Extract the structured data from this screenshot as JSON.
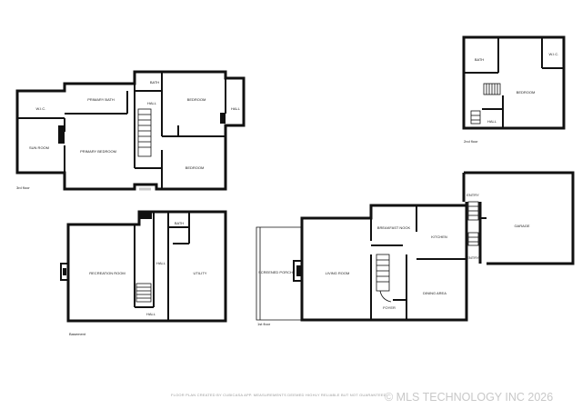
{
  "floors": {
    "third": {
      "label": "3rd floor",
      "rooms": {
        "wic": "W.I.C.",
        "sun_room": "SUN ROOM",
        "primary_bath": "PRIMARY BATH",
        "primary_bedroom": "PRIMARY BEDROOM",
        "bath": "BATH",
        "hall_a": "HALL",
        "bedroom_a": "BEDROOM",
        "hall_b": "HALL",
        "bedroom_b": "BEDROOM"
      }
    },
    "second": {
      "label": "2nd floor",
      "rooms": {
        "bath": "BATH",
        "wic": "W.I.C.",
        "bedroom": "BEDROOM",
        "hall": "HALL"
      }
    },
    "basement": {
      "label": "Basement",
      "rooms": {
        "recreation_room": "RECREATION ROOM",
        "bath": "BATH",
        "hall_a": "HALL",
        "utility": "UTILITY",
        "hall_b": "HALL"
      }
    },
    "first": {
      "label": "1st floor",
      "rooms": {
        "screened_porch": "SCREENED PORCH",
        "living_room": "LIVING ROOM",
        "breakfast_nook": "BREAKFAST NOOK",
        "kitchen": "KITCHEN",
        "dining_area": "DINING AREA",
        "foyer": "FOYER",
        "entry_a": "ENTRY",
        "entry_b": "ENTRY",
        "garage": "GARAGE"
      }
    }
  },
  "footer_text": "FLOOR PLAN CREATED BY CUBICASA APP. MEASUREMENTS DEEMED HIGHLY RELIABLE BUT NOT GUARANTEED.",
  "watermark": "© MLS TECHNOLOGY INC 2026"
}
